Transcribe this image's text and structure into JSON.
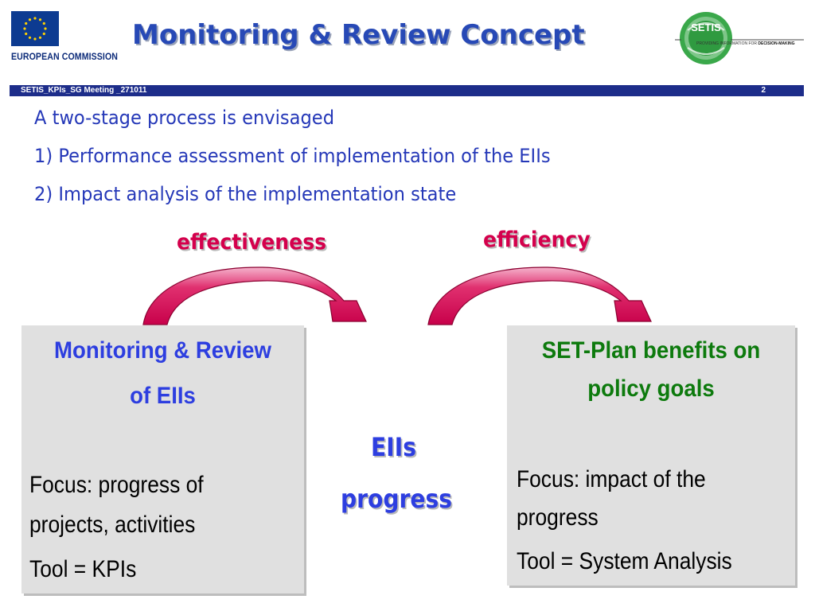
{
  "header": {
    "organization": "EUROPEAN COMMISSION",
    "title": "Monitoring & Review Concept",
    "setis_logo": {
      "name": "SETIS",
      "tagline_prefix": "PROVIDING INFORMATION FOR",
      "tagline_highlight": "DECISION-MAKING"
    }
  },
  "meeting_bar": {
    "label": "SETIS_KPIs_SG Meeting _271011",
    "page_number": "2"
  },
  "intro": {
    "lines": [
      "A two-stage process is envisaged",
      "1) Performance assessment of implementation of the EIIs",
      "2) Impact analysis of the implementation state"
    ]
  },
  "arrows": {
    "left_label": "effectiveness",
    "right_label": "efficiency"
  },
  "center": {
    "line1": "EIIs",
    "line2": "progress"
  },
  "left_box": {
    "heading_line1": "Monitoring & Review",
    "heading_line2": "of EIIs",
    "focus_line1": "Focus: progress of",
    "focus_line2": "projects, activities",
    "tool": "Tool = KPIs"
  },
  "right_box": {
    "heading_line1": "SET-Plan benefits on",
    "heading_line2": "policy goals",
    "focus_line1": "Focus: impact of the",
    "focus_line2": "progress",
    "tool": "Tool = System Analysis"
  },
  "colors": {
    "title_blue": "#2749b6",
    "bar_navy": "#1d2d8a",
    "arrow_magenta": "#d4004c",
    "box_grey": "#e0e0e0",
    "heading_green": "#0d7a0d"
  }
}
